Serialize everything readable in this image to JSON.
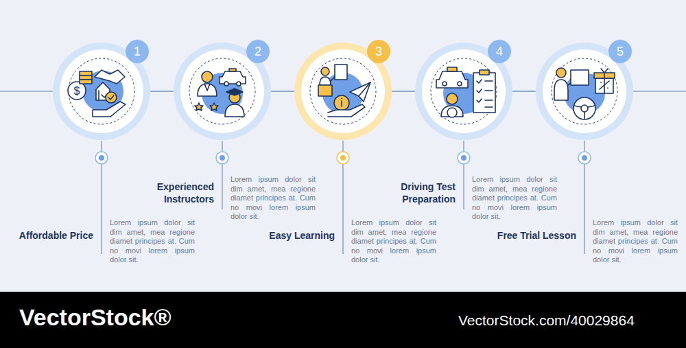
{
  "diagram": {
    "nodes": [
      {
        "text": [
          "1",
          "Affordable Price",
          "Lorem ipsum dolor sit dim amet, mea regione diamet principes at. Cum no movi lorem ipsum dolor sit."
        ]
      },
      {
        "text": [
          "2",
          "Experienced Instructors",
          "Lorem ipsum dolor sit dim amet, mea regione diamet principes at. Cum no movi lorem ipsum dolor sit."
        ]
      },
      {
        "text": [
          "3",
          "Easy Learning",
          "Lorem ipsum dolor sit dim amet, mea regione diamet principes at. Cum no movi lorem ipsum dolor sit."
        ]
      },
      {
        "text": [
          "4",
          "Driving Test Preparation",
          "Lorem ipsum dolor sit dim amet, mea regione diamet principes at. Cum no movi lorem ipsum dolor sit."
        ]
      },
      {
        "text": [
          "5",
          "Free Trial Lesson",
          "Lorem ipsum dolor sit dim amet, mea regione diamet principes at. Cum no movi lorem ipsum dolor sit."
        ]
      }
    ],
    "edges": [
      {
        "from": 0,
        "to": 1,
        "arrow": "none"
      },
      {
        "from": 1,
        "to": 2,
        "arrow": "none"
      },
      {
        "from": 2,
        "to": 3,
        "arrow": "none"
      },
      {
        "from": 3,
        "to": 4,
        "arrow": "none"
      }
    ],
    "labels": [
      "VectorStock®",
      "VectorStock.com/40029864"
    ]
  }
}
